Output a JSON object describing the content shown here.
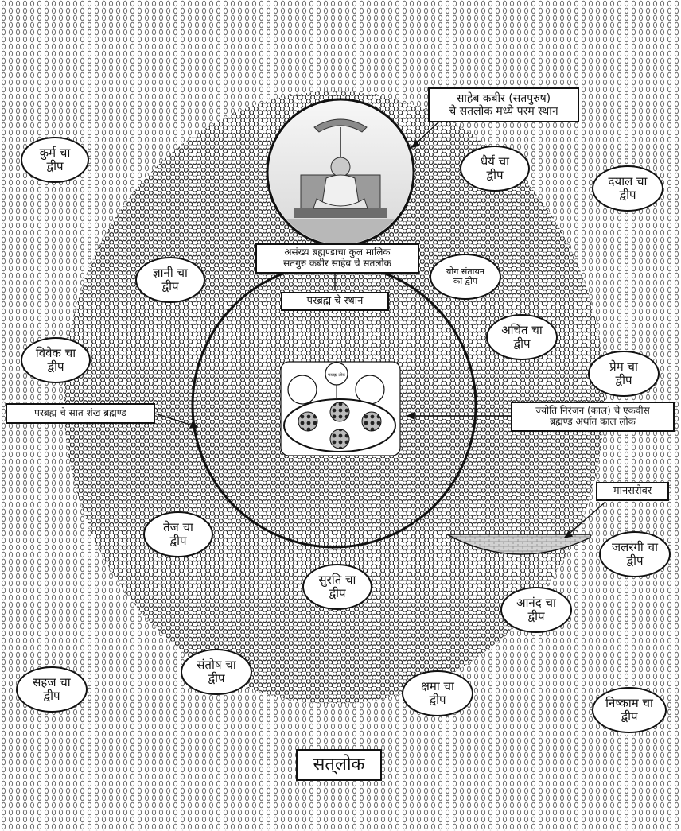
{
  "callouts": {
    "satpurush": "साहेब कबीर (सतपुरुष)\nचे सतलोक मध्ये परम स्थान",
    "kul_malik": "असंख्य ब्रह्मण्डाचा कुल मालिक\nसतगुरु कबीर साहेब चे सतलोक",
    "parabrahm_sthan": "परब्रह्म चे स्थान",
    "saat_shankh": "परब्रह्म चे सात शंख ब्रह्मण्ड",
    "jyoti_niranjan": "ज्योति निरंजन (काल) चे एकवीस\nब्रह्मण्ड अर्थात काल लोक",
    "mansarovar": "मानसरोवर",
    "satlok": "सत्‌लोक",
    "tiny_label": "परब्रह्म लोक"
  },
  "dweeps": {
    "kurm": "कुर्म चा\nद्वीप",
    "dhairya": "धैर्य चा\nद्वीप",
    "dayal": "दयाल चा\nद्वीप",
    "gyani": "ज्ञानी चा\nद्वीप",
    "yog_santayan": "योग संतायन\nका द्वीप",
    "vivek": "विवेक चा\nद्वीप",
    "achint": "अचिंत चा\nद्वीप",
    "prem": "प्रेम चा\nद्वीप",
    "tej": "तेज चा\nद्वीप",
    "jalrangi": "जलरंगी चा\nद्वीप",
    "surati": "सुरति चा\nद्वीप",
    "anand": "आनंद चा\nद्वीप",
    "santosh": "संतोष चा\nद्वीप",
    "sahaj": "सहज चा\nद्वीप",
    "kshama": "क्षमा चा\nद्वीप",
    "nishkam": "निष्काम चा\nद्वीप"
  },
  "colors": {
    "ink": "#111111",
    "zero_pattern": "#6a6a6a",
    "circle_pattern": "#222222",
    "lake_fill": "#cccccc",
    "portrait_bg": "#eeeeee"
  },
  "icons": {
    "portrait": "seated-saint-with-canopy-icon"
  }
}
